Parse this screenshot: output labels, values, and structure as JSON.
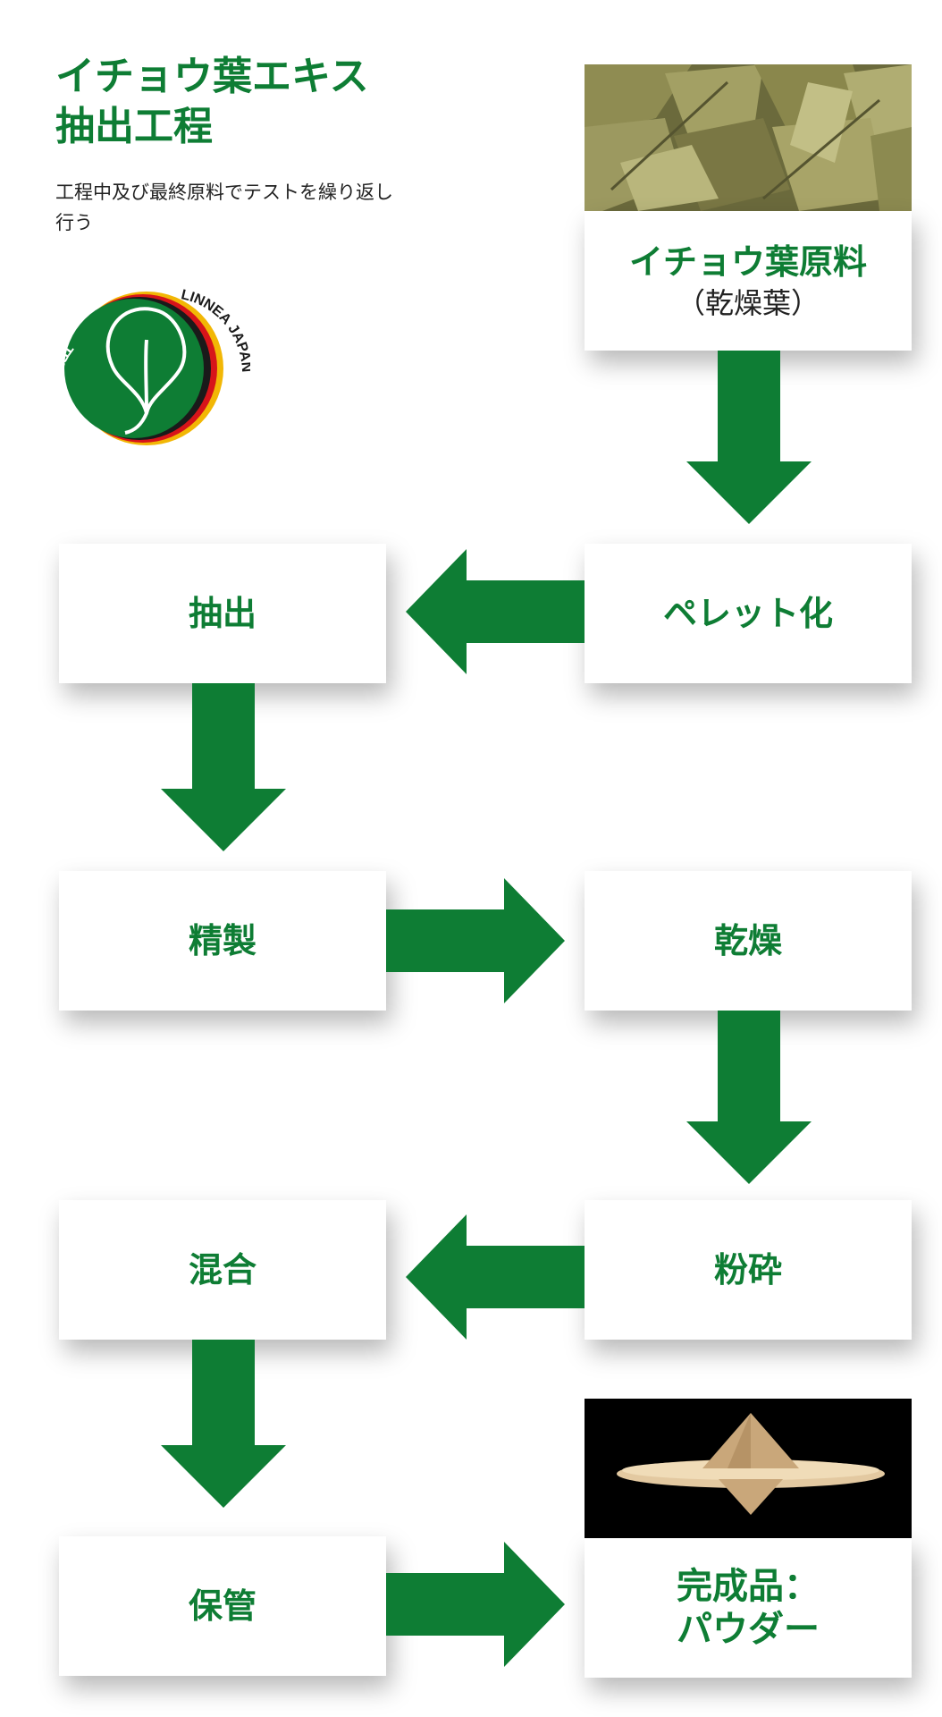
{
  "title_lines": [
    "イチョウ葉エキス",
    "抽出工程"
  ],
  "subtitle": "工程中及び最終原料でテストを繰り返し行う",
  "badge": {
    "arc_text_left": "TRUSTED QUALITY",
    "arc_text_right": "LINNEA JAPAN",
    "colors": {
      "green": "#0e7d34",
      "black": "#1a1a1a",
      "red": "#d7141a",
      "gold": "#f2b705"
    }
  },
  "steps": {
    "raw_material": {
      "label": "イチョウ葉原料",
      "sub": "（乾燥葉）"
    },
    "pelletize": {
      "label": "ペレット化"
    },
    "extract": {
      "label": "抽出"
    },
    "refine": {
      "label": "精製"
    },
    "dry": {
      "label": "乾燥"
    },
    "grind": {
      "label": "粉砕"
    },
    "mix": {
      "label": "混合"
    },
    "store": {
      "label": "保管"
    },
    "finished": {
      "label_line1": "完成品：",
      "label_line2": "パウダー"
    }
  },
  "colors": {
    "accent": "#0e7d34",
    "arrow": "#0e7d34",
    "text": "#222222"
  }
}
